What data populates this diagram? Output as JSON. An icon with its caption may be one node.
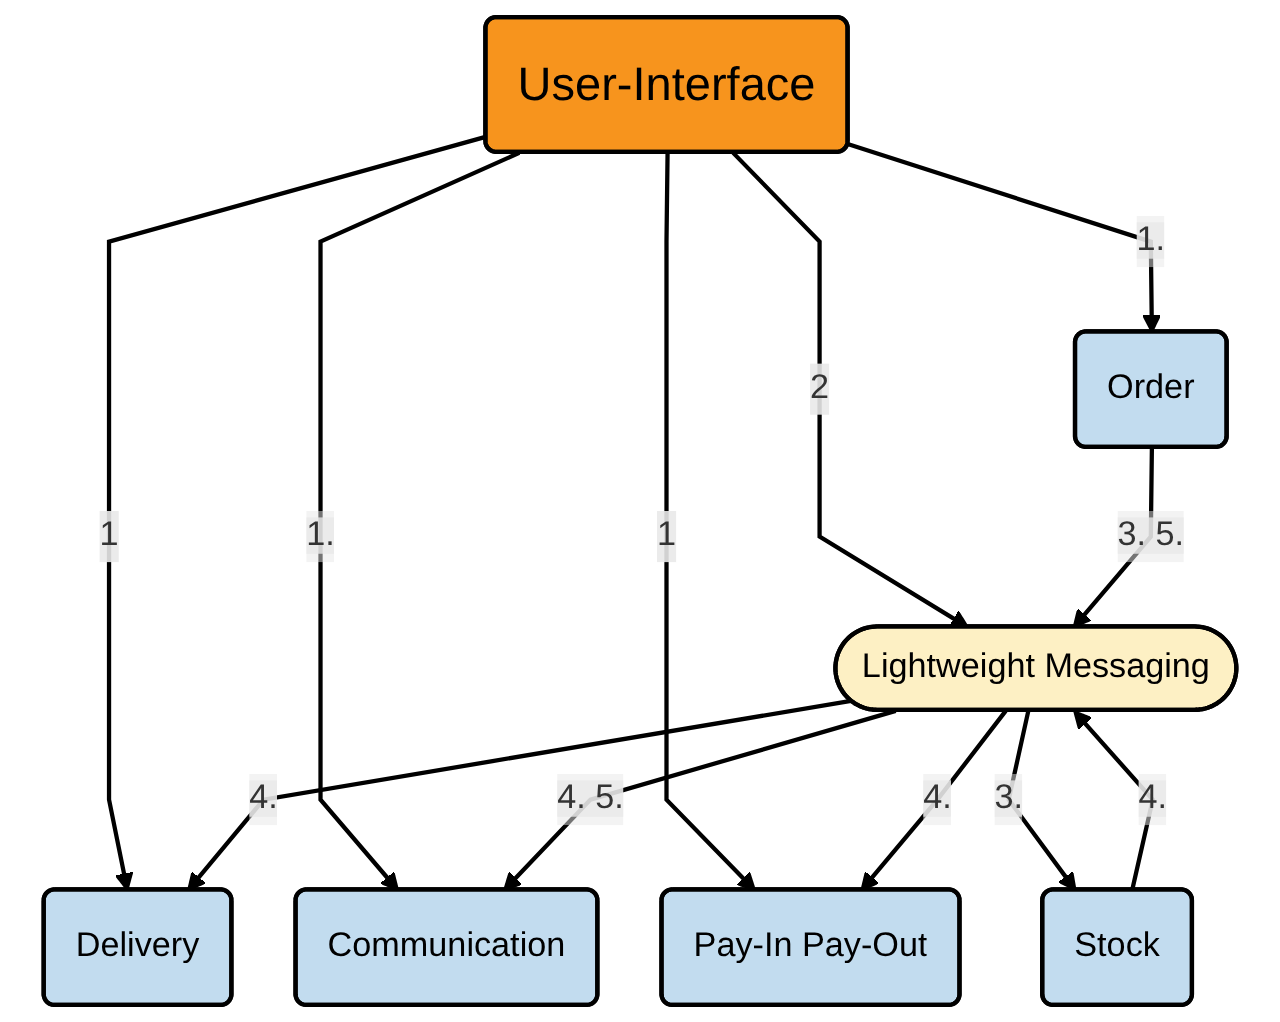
{
  "diagram": {
    "nodes": [
      {
        "text": [
          "User-Interface"
        ]
      },
      {
        "text": [
          "Order"
        ]
      },
      {
        "text": [
          "Delivery"
        ]
      },
      {
        "text": [
          "Communication"
        ]
      },
      {
        "text": [
          "Pay-In Pay-Out"
        ]
      },
      {
        "text": [
          "Lightweight Messaging"
        ]
      },
      {
        "text": [
          "Stock"
        ]
      }
    ],
    "edges": [
      {
        "from": 0,
        "to": 1,
        "arrow": "to",
        "label": "1."
      },
      {
        "from": 0,
        "to": 2,
        "arrow": "to",
        "label": "1"
      },
      {
        "from": 0,
        "to": 5,
        "arrow": "to",
        "label": "2"
      },
      {
        "from": 0,
        "to": 3,
        "arrow": "to",
        "label": "1."
      },
      {
        "from": 0,
        "to": 4,
        "arrow": "to",
        "label": "1"
      },
      {
        "from": 1,
        "to": 5,
        "arrow": "to",
        "label": "3. 5."
      },
      {
        "from": 5,
        "to": 2,
        "arrow": "to",
        "label": "4."
      },
      {
        "from": 5,
        "to": 3,
        "arrow": "to",
        "label": "4. 5."
      },
      {
        "from": 5,
        "to": 4,
        "arrow": "to",
        "label": "4."
      },
      {
        "from": 5,
        "to": 6,
        "arrow": "to",
        "label": "3."
      },
      {
        "from": 6,
        "to": 5,
        "arrow": "to",
        "label": "4."
      }
    ]
  }
}
